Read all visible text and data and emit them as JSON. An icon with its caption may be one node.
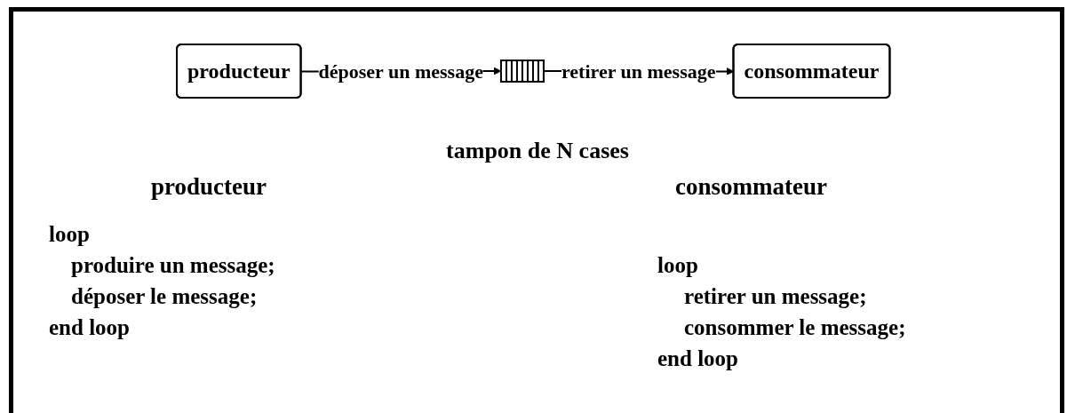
{
  "diagram": {
    "nodes": [
      {
        "text": [
          "producteur"
        ]
      },
      {
        "text": [],
        "shape": "box",
        "beside": [
          "tampon de N cases"
        ]
      },
      {
        "text": [
          "consommateur"
        ]
      }
    ],
    "edges": [
      {
        "from": 0,
        "to": 1,
        "arrow": "to",
        "label": "déposer un message"
      },
      {
        "from": 1,
        "to": 2,
        "arrow": "to",
        "label": "retirer un message"
      }
    ],
    "labels": [
      "producteur",
      "consommateur",
      "loop",
      "produire un message;",
      "déposer le message;",
      "end loop",
      "loop",
      "retirer un message;",
      "consommer le message;",
      "end loop"
    ]
  }
}
